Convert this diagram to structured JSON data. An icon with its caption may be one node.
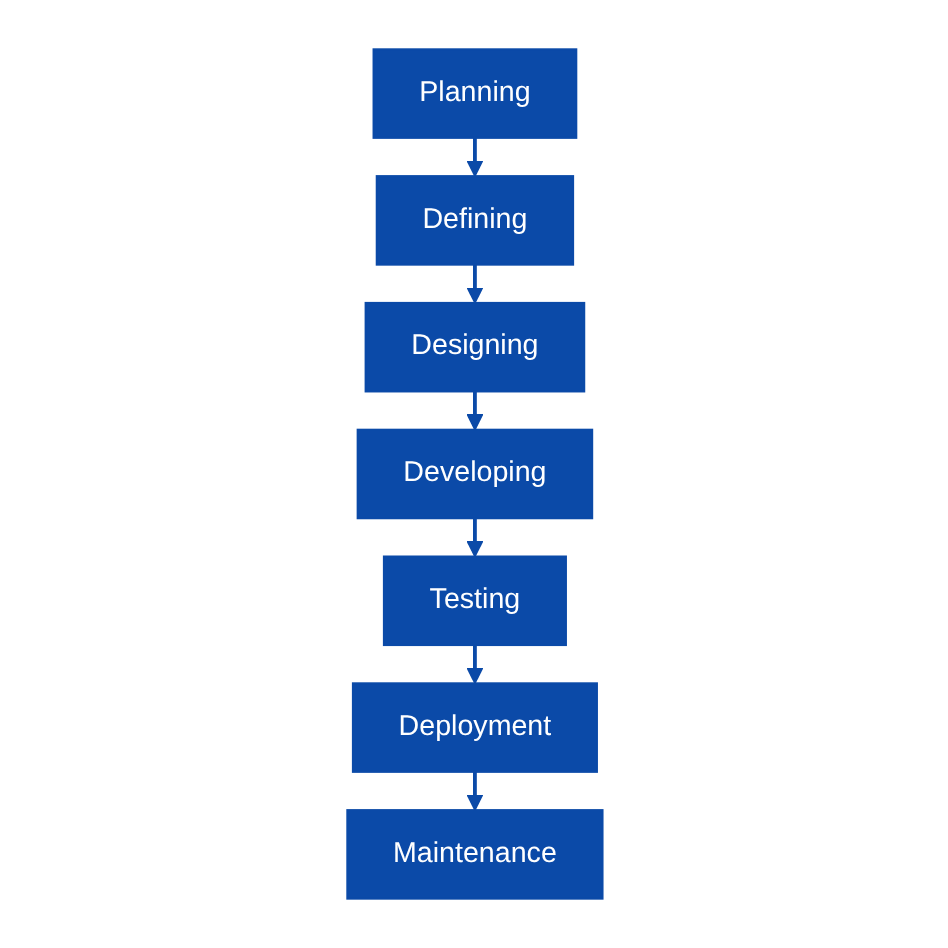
{
  "diagram": {
    "nodes": [
      {
        "text": [
          "Planning"
        ]
      },
      {
        "text": [
          "Defining"
        ]
      },
      {
        "text": [
          "Designing"
        ]
      },
      {
        "text": [
          "Developing"
        ]
      },
      {
        "text": [
          "Testing"
        ]
      },
      {
        "text": [
          "Deployment"
        ]
      },
      {
        "text": [
          "Maintenance"
        ]
      }
    ],
    "edges": [
      {
        "from": 0,
        "to": 1,
        "arrow": "to"
      },
      {
        "from": 1,
        "to": 2,
        "arrow": "to"
      },
      {
        "from": 2,
        "to": 3,
        "arrow": "to"
      },
      {
        "from": 3,
        "to": 4,
        "arrow": "to"
      },
      {
        "from": 4,
        "to": 5,
        "arrow": "to"
      },
      {
        "from": 5,
        "to": 6,
        "arrow": "to"
      }
    ]
  }
}
